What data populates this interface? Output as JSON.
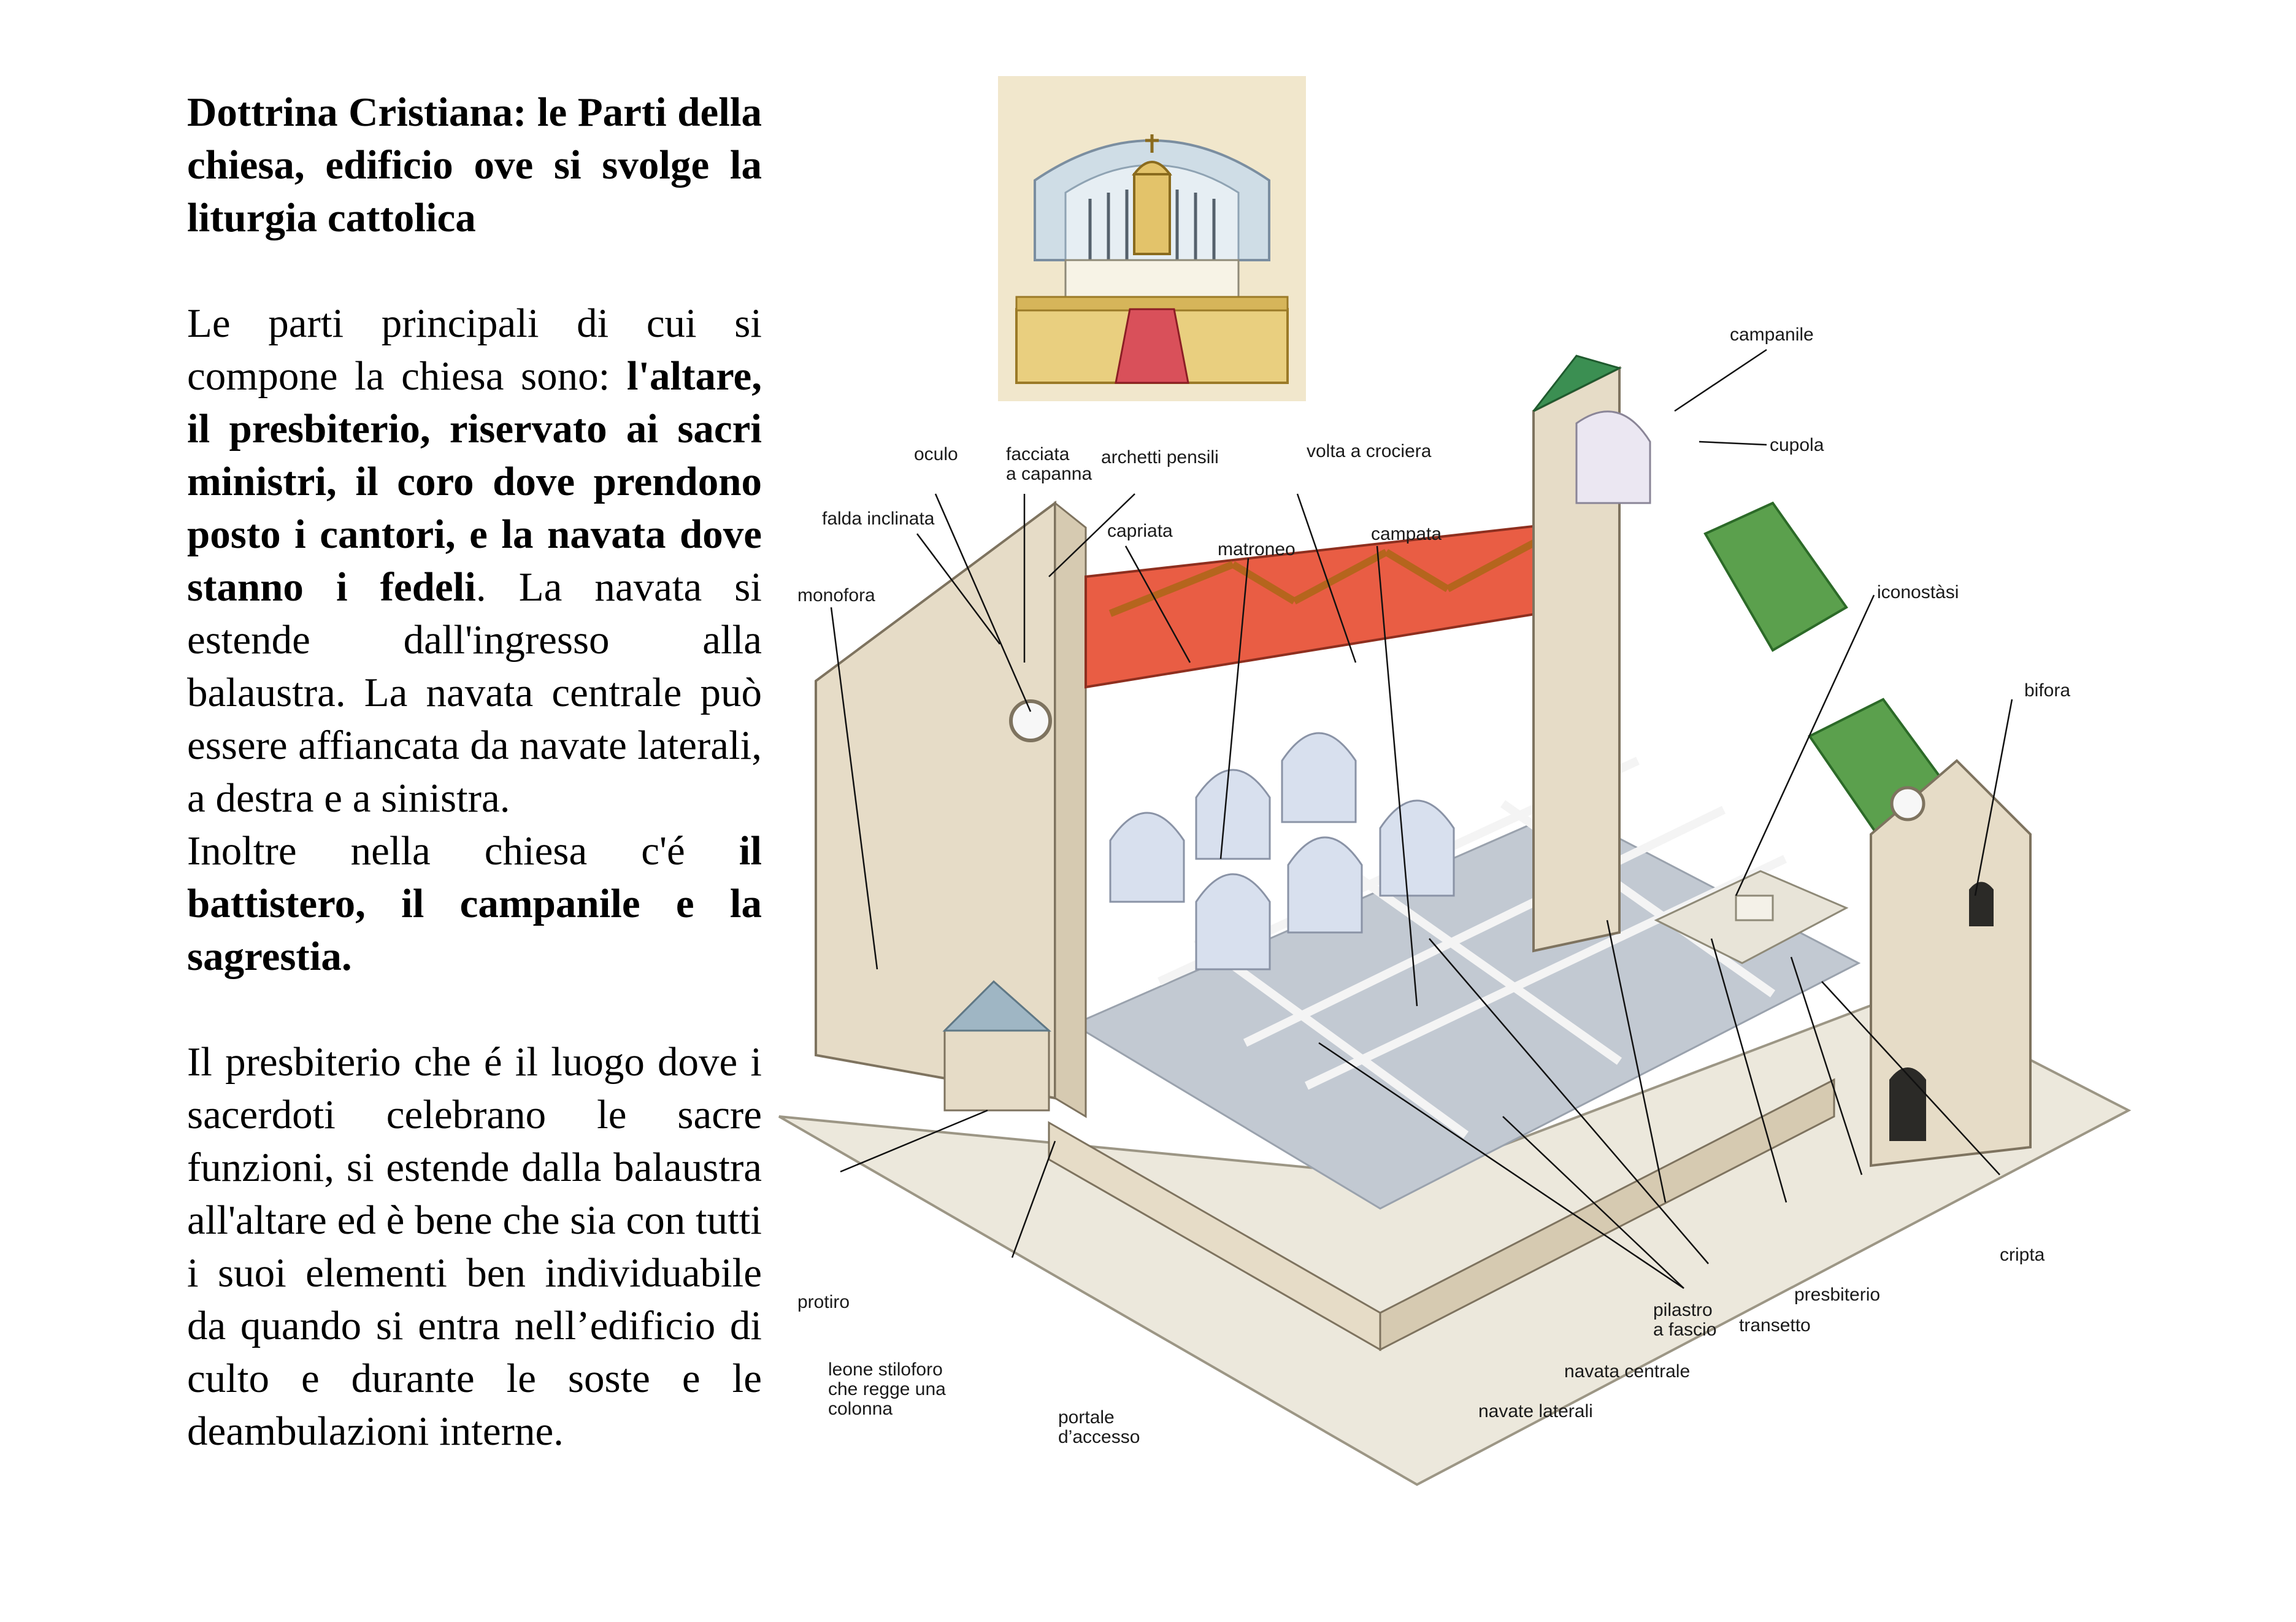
{
  "document": {
    "title": "Dottrina Cristiana: le Parti della chiesa, edificio ove si svolge la liturgia cattolica",
    "p1": {
      "t1": "Le parti principali di cui si compone la chiesa sono: ",
      "b1": "l'altare, il presbiterio, riservato ai sacri ministri, il coro dove prendono posto i cantori, e la navata dove stanno i fedeli",
      "t2": ". La navata si estende dall'ingresso alla balaustra. La navata centrale può essere affiancata da navate laterali, a destra e a sinistra."
    },
    "p2": {
      "t1": "Inoltre nella chiesa c'é ",
      "b1": "il battistero, il campanile e la sagrestia."
    },
    "p3": "Il presbiterio che é il luogo dove i sacerdoti celebrano le sacre funzioni, si estende dalla balaustra all'altare ed è bene che sia con tutti i suoi elementi ben individuabile da quando si entra nell’edificio di culto e durante le soste e le deambulazioni interne."
  },
  "diagram_labels": {
    "campanile": "campanile",
    "cupola": "cupola",
    "oculo": "oculo",
    "facciata1": "facciata",
    "facciata2": "a capanna",
    "archetti": "archetti pensili",
    "volta": "volta a crociera",
    "falda": "falda inclinata",
    "capriata": "capriata",
    "matroneo": "matroneo",
    "campata": "campata",
    "monofora": "monofora",
    "iconostasi": "iconostàsi",
    "bifora": "bifora",
    "cripta": "cripta",
    "presbiterio": "presbiterio",
    "transetto": "transetto",
    "pilastro1": "pilastro",
    "pilastro2": "a fascio",
    "navata_centrale": "navata centrale",
    "navate_laterali": "navate laterali",
    "protiro": "protiro",
    "leone1": "leone stiloforo",
    "leone2": "che regge una",
    "leone3": "colonna",
    "portale1": "portale",
    "portale2": "d’accesso"
  }
}
